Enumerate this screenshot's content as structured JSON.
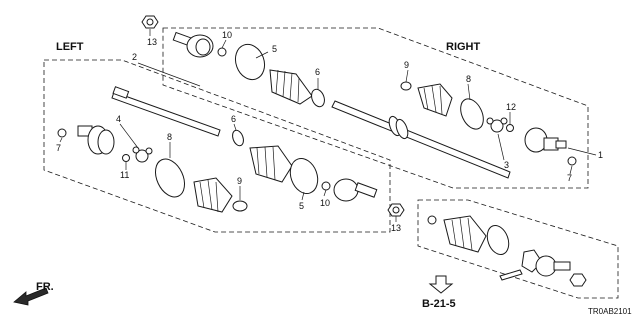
{
  "headers": {
    "left": "LEFT",
    "right": "RIGHT"
  },
  "callouts": [
    "1",
    "2",
    "3",
    "4",
    "5",
    "6",
    "7",
    "8",
    "9",
    "10",
    "11",
    "12",
    "13"
  ],
  "reference": "B-21-5",
  "direction": "FR.",
  "diagram_code": "TR0AB2101"
}
